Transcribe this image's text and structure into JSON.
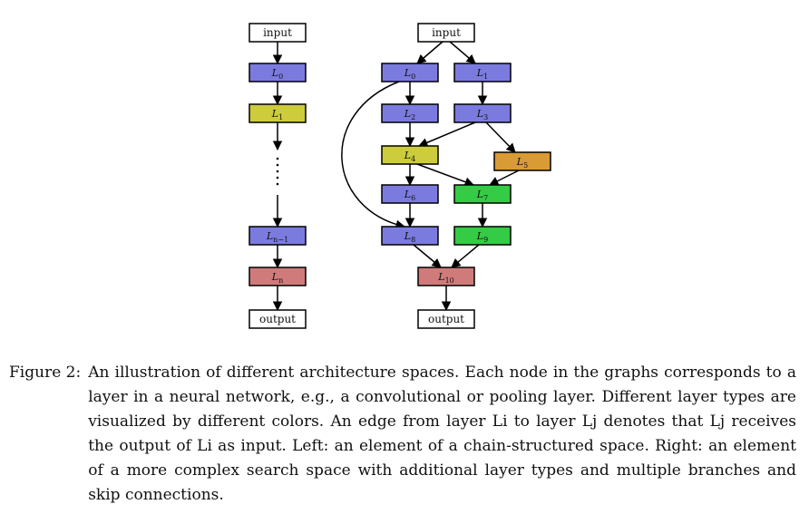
{
  "diagram": {
    "node_colors": {
      "io": "#ffffff",
      "blue": "#7b7bdf",
      "yellow": "#cccc3c",
      "red": "#d07b7b",
      "orange": "#d99b33",
      "green": "#33cc44",
      "stroke": "#000000"
    },
    "left": {
      "input": "input",
      "output": "output",
      "nodes": [
        {
          "id": "L0",
          "base": "L",
          "sub": "0",
          "color": "blue"
        },
        {
          "id": "L1",
          "base": "L",
          "sub": "1",
          "color": "yellow"
        },
        {
          "id": "Ln-1",
          "base": "L",
          "sub": "n−1",
          "color": "blue"
        },
        {
          "id": "Ln",
          "base": "L",
          "sub": "n",
          "color": "red"
        }
      ]
    },
    "right": {
      "input": "input",
      "output": "output",
      "nodes": [
        {
          "id": "L0",
          "base": "L",
          "sub": "0",
          "color": "blue"
        },
        {
          "id": "L1",
          "base": "L",
          "sub": "1",
          "color": "blue"
        },
        {
          "id": "L2",
          "base": "L",
          "sub": "2",
          "color": "blue"
        },
        {
          "id": "L3",
          "base": "L",
          "sub": "3",
          "color": "blue"
        },
        {
          "id": "L4",
          "base": "L",
          "sub": "4",
          "color": "yellow"
        },
        {
          "id": "L5",
          "base": "L",
          "sub": "5",
          "color": "orange"
        },
        {
          "id": "L6",
          "base": "L",
          "sub": "6",
          "color": "blue"
        },
        {
          "id": "L7",
          "base": "L",
          "sub": "7",
          "color": "green"
        },
        {
          "id": "L8",
          "base": "L",
          "sub": "8",
          "color": "blue"
        },
        {
          "id": "L9",
          "base": "L",
          "sub": "9",
          "color": "green"
        },
        {
          "id": "L10",
          "base": "L",
          "sub": "10",
          "color": "red"
        }
      ],
      "edges": [
        [
          "input",
          "L0"
        ],
        [
          "input",
          "L1"
        ],
        [
          "L0",
          "L2"
        ],
        [
          "L1",
          "L3"
        ],
        [
          "L2",
          "L4"
        ],
        [
          "L3",
          "L4"
        ],
        [
          "L3",
          "L5"
        ],
        [
          "L4",
          "L6"
        ],
        [
          "L4",
          "L7"
        ],
        [
          "L5",
          "L7"
        ],
        [
          "L6",
          "L8"
        ],
        [
          "L7",
          "L9"
        ],
        [
          "L0",
          "L8"
        ],
        [
          "L8",
          "L10"
        ],
        [
          "L9",
          "L10"
        ],
        [
          "L10",
          "output"
        ]
      ]
    }
  },
  "caption": {
    "label": "Figure 2:",
    "text": "An illustration of different architecture spaces. Each node in the graphs corresponds to a layer in a neural network, e.g., a convolutional or pooling layer. Different layer types are visualized by different colors. An edge from layer Li to layer Lj denotes that Lj receives the output of Li as input. Left: an element of a chain-structured space. Right: an element of a more complex search space with additional layer types and multiple branches and skip connections."
  }
}
